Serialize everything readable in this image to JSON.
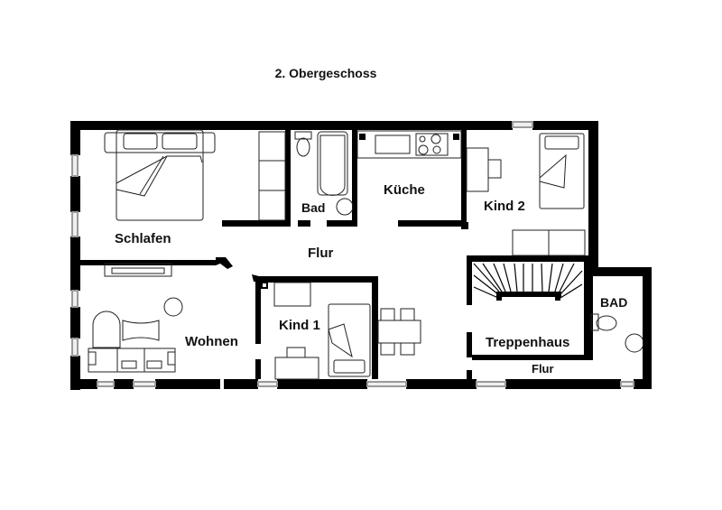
{
  "title": "2. Obergeschoss",
  "rooms": [
    {
      "id": "schlafen",
      "label": "Schlafen"
    },
    {
      "id": "bad",
      "label": "Bad"
    },
    {
      "id": "kueche",
      "label": "Küche"
    },
    {
      "id": "kind2",
      "label": "Kind 2"
    },
    {
      "id": "flur",
      "label": "Flur"
    },
    {
      "id": "wohnen",
      "label": "Wohnen"
    },
    {
      "id": "kind1",
      "label": "Kind 1"
    },
    {
      "id": "treppenhaus",
      "label": "Treppenhaus"
    },
    {
      "id": "bad2",
      "label": "BAD"
    },
    {
      "id": "flur2",
      "label": "Flur"
    }
  ],
  "colors": {
    "wall": "#000000",
    "furniture": "#222222",
    "window": "#9a9a9a",
    "background": "#ffffff"
  }
}
